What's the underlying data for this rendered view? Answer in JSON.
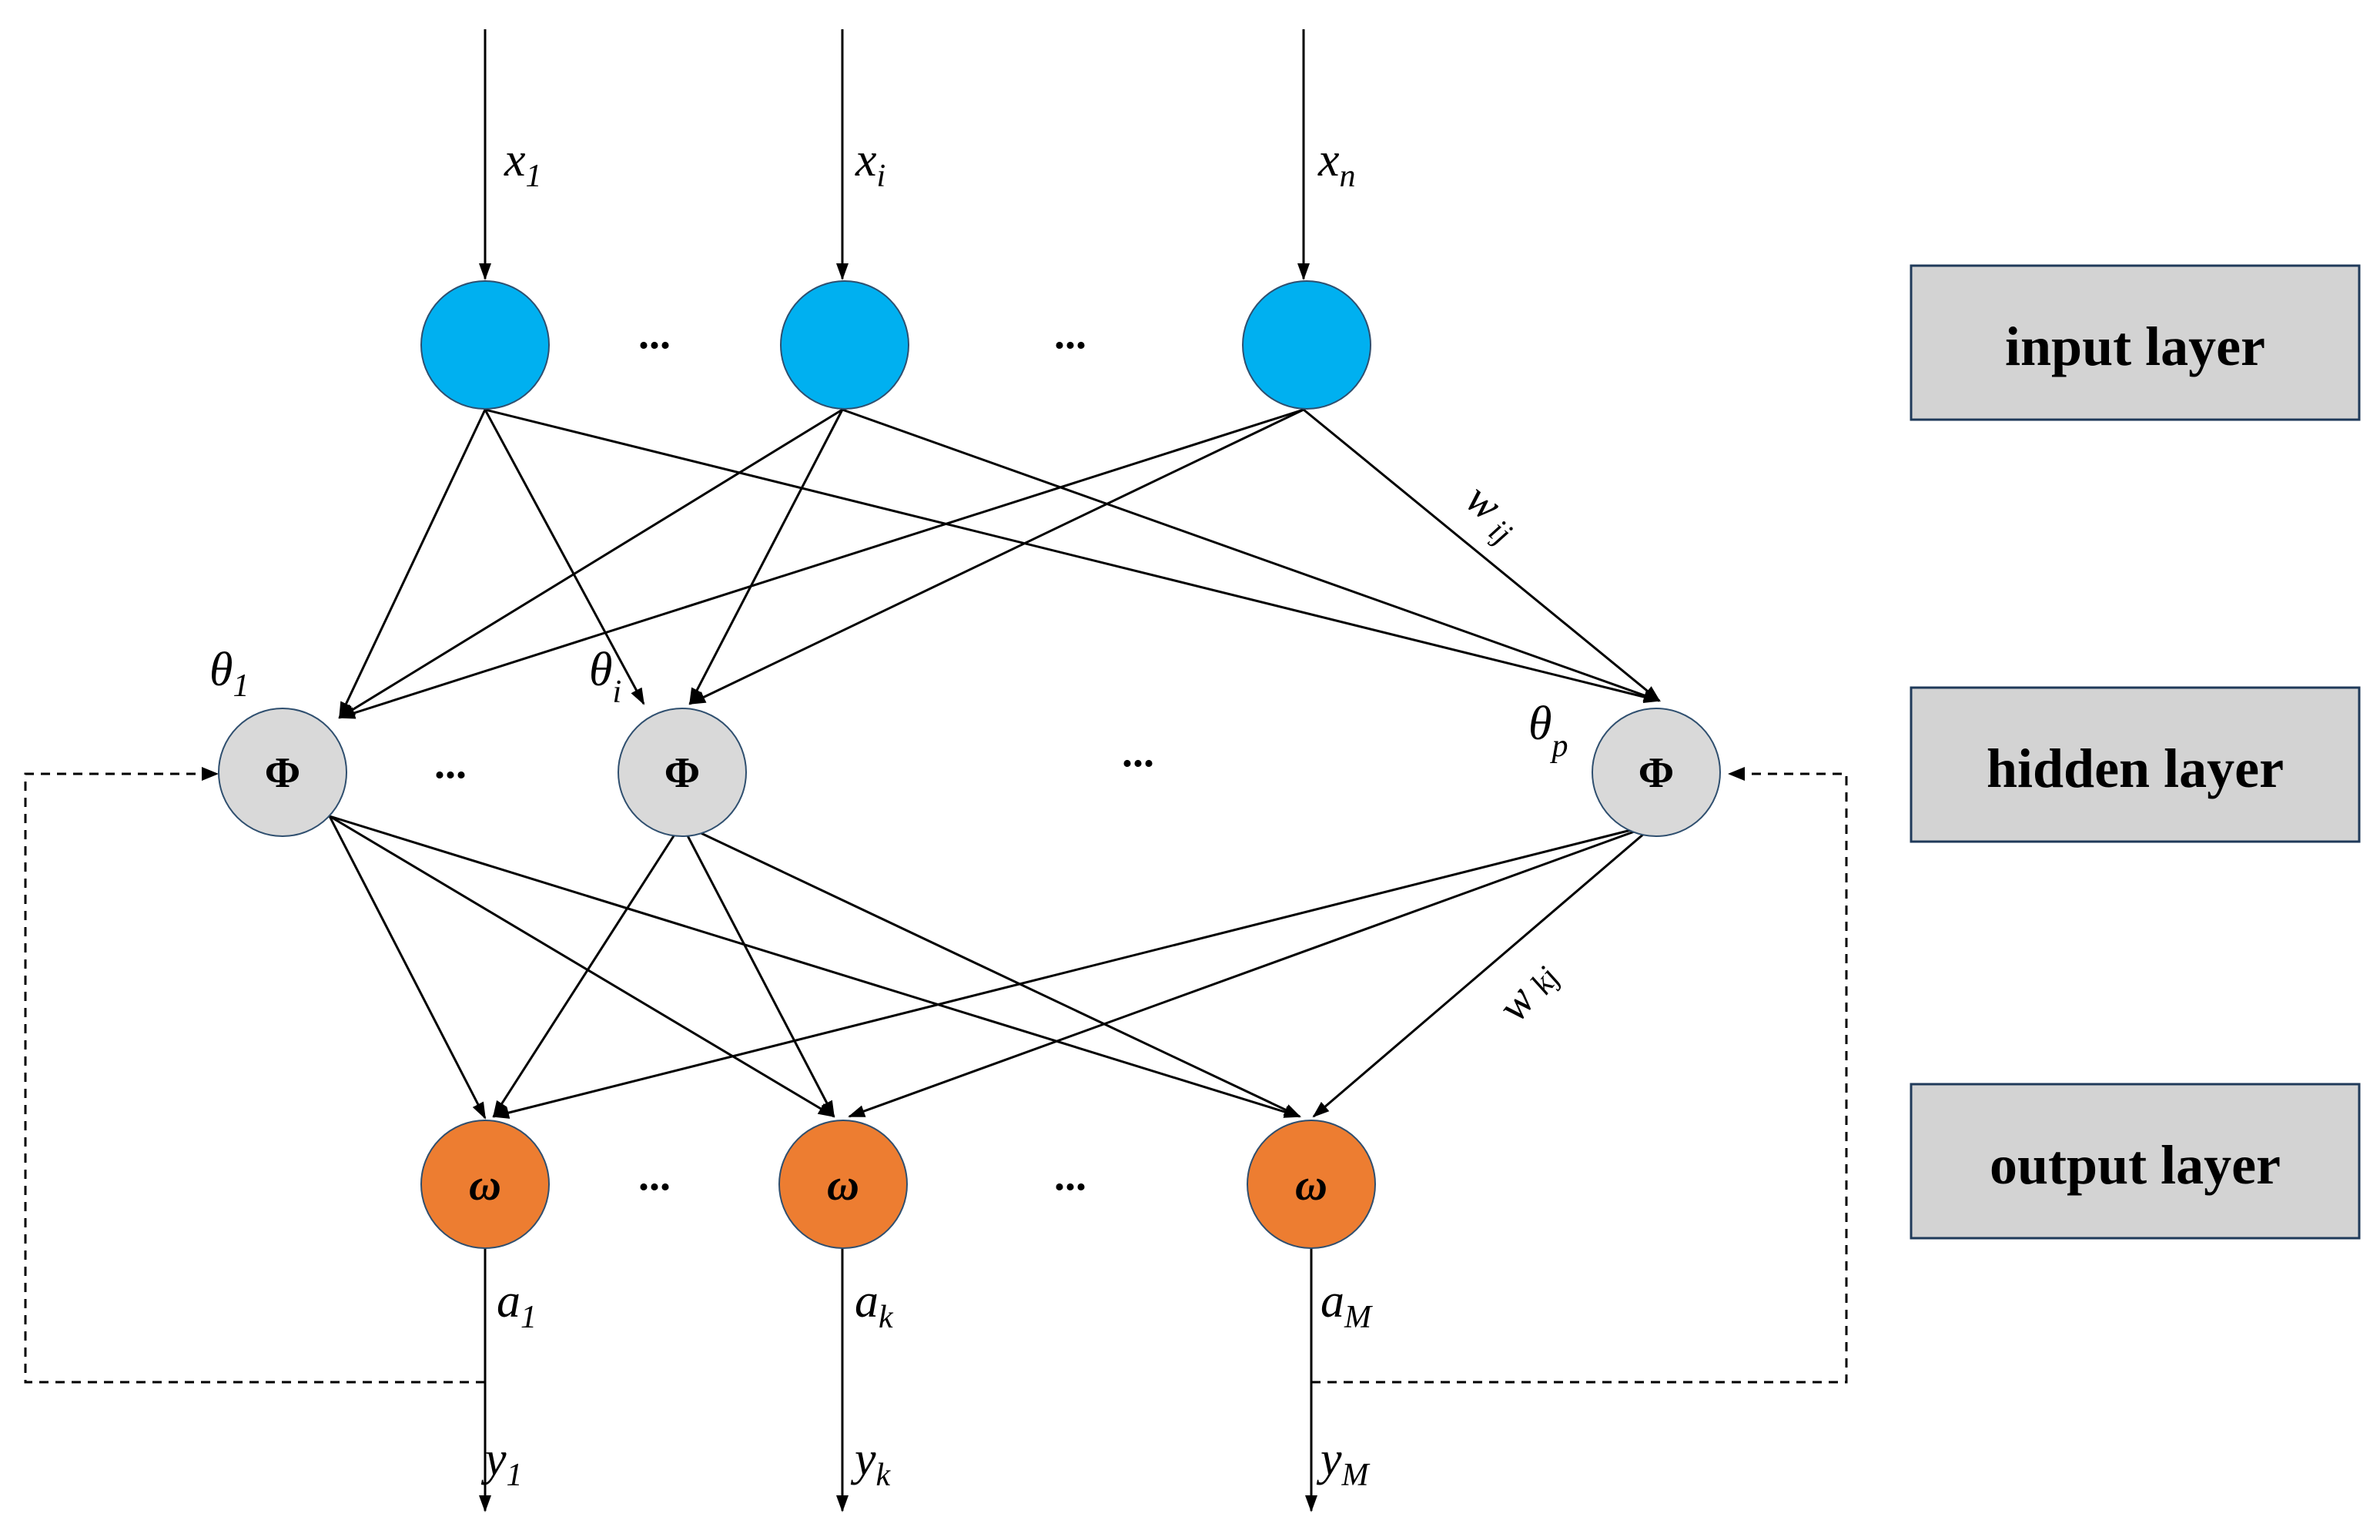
{
  "colors": {
    "input_node": "#00b0f0",
    "hidden_node": "#d9d9d9",
    "output_node": "#ed7d31",
    "layer_box": "#d3d3d3"
  },
  "inputs": [
    {
      "label": "x",
      "sub": "1"
    },
    {
      "label": "x",
      "sub": "i"
    },
    {
      "label": "x",
      "sub": "n"
    }
  ],
  "hidden": [
    {
      "symbol": "Φ",
      "bias": "θ",
      "bias_sub": "1"
    },
    {
      "symbol": "Φ",
      "bias": "θ",
      "bias_sub": "i"
    },
    {
      "symbol": "Φ",
      "bias": "θ",
      "bias_sub": "p"
    }
  ],
  "outputs": [
    {
      "symbol": "ω",
      "a": "a",
      "a_sub": "1",
      "y": "y",
      "y_sub": "1"
    },
    {
      "symbol": "ω",
      "a": "a",
      "a_sub": "k",
      "y": "y",
      "y_sub": "k"
    },
    {
      "symbol": "ω",
      "a": "a",
      "a_sub": "M",
      "y": "y",
      "y_sub": "M"
    }
  ],
  "weights": {
    "input_hidden": {
      "label": "w",
      "sub": "ij"
    },
    "hidden_output": {
      "label": "w",
      "sub": "kj"
    }
  },
  "ellipsis": "...",
  "layers": {
    "input": "input layer",
    "hidden": "hidden layer",
    "output": "output layer"
  }
}
